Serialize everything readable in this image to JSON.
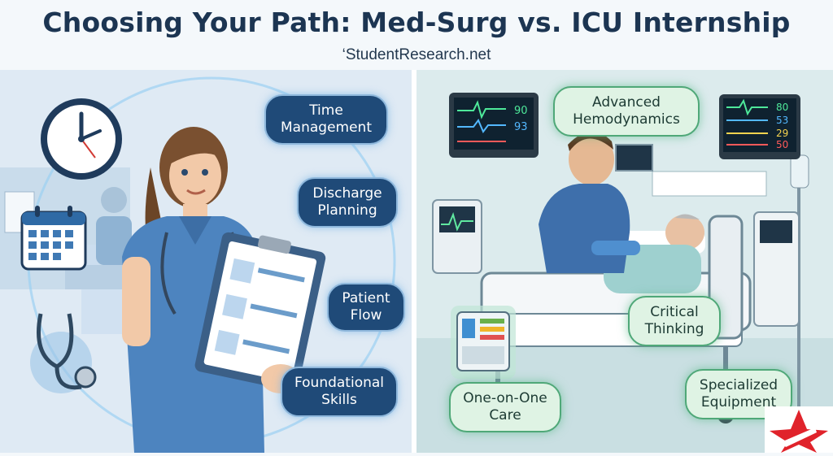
{
  "header": {
    "title": "Choosing Your Path: Med-Surg vs. ICU Internship",
    "subtitle": "‘StudentResearch.net"
  },
  "med_surg": {
    "labels": [
      "Time Management",
      "Discharge Planning",
      "Patient Flow",
      "Foundational Skills"
    ]
  },
  "icu": {
    "labels": [
      "Advanced Hemodynamics",
      "Critical Thinking",
      "One-on-One Care",
      "Specialized Equipment"
    ],
    "monitor_left": [
      "90",
      "93"
    ],
    "monitor_right": [
      "80",
      "53",
      "29",
      "50"
    ]
  },
  "colors": {
    "title": "#1c3552",
    "pill_blue": "#1f4a78",
    "pill_green": "#dff3e4",
    "logo_red": "#e0232b"
  }
}
